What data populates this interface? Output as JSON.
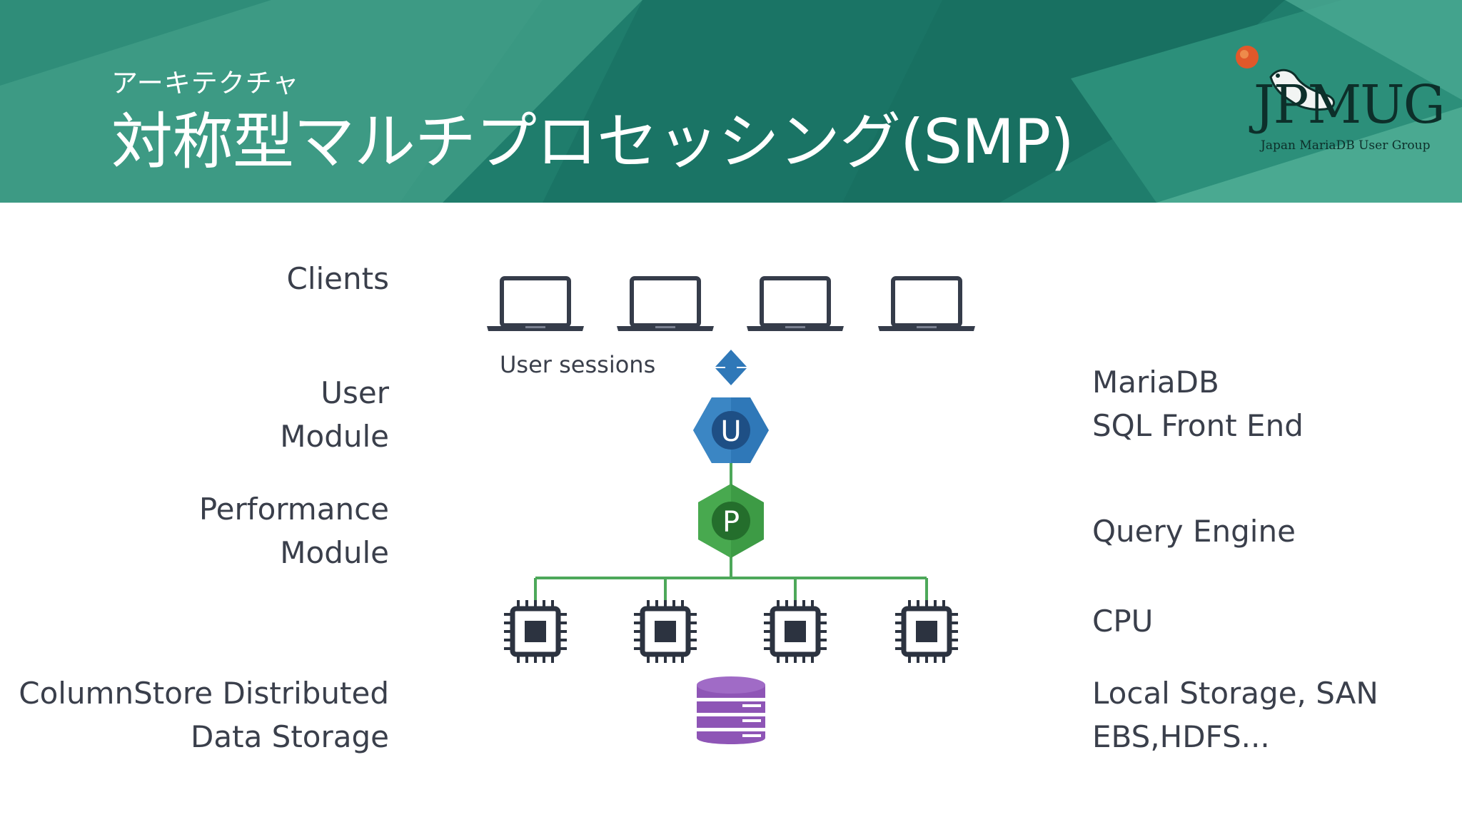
{
  "header": {
    "subtitle": "アーキテクチャ",
    "title": "対称型マルチプロセッシング(SMP)",
    "logo_text": "JPMUG",
    "logo_subtitle": "Japan MariaDB User Group"
  },
  "left_labels": {
    "clients": [
      "Clients"
    ],
    "user_module": [
      "User",
      "Module"
    ],
    "performance_module": [
      "Performance",
      "Module"
    ],
    "storage": [
      "ColumnStore Distributed",
      "Data Storage"
    ]
  },
  "right_labels": {
    "front_end": [
      "MariaDB",
      "SQL Front End"
    ],
    "query_engine": [
      "Query Engine"
    ],
    "cpu": [
      "CPU"
    ],
    "storage": [
      "Local Storage, SAN",
      "EBS,HDFS..."
    ]
  },
  "diagram": {
    "sessions_label": "User sessions",
    "user_node_letter": "U",
    "performance_node_letter": "P",
    "client_count": 4,
    "cpu_count": 4,
    "colors": {
      "header_dark": "#1a7566",
      "header_mid": "#2a8a78",
      "header_light": "#4aa690",
      "text": "#3a3f4b",
      "laptop": "#353c4a",
      "arrow": "#2f78b8",
      "user_hex": "#2f78b8",
      "user_inner": "#1e4f85",
      "perf_hex": "#3d9b45",
      "perf_inner": "#246e2c",
      "lines": "#4da85a",
      "cpu": "#2c3340",
      "database": "#8e55b6",
      "database_stripe": "#ffffff"
    }
  }
}
